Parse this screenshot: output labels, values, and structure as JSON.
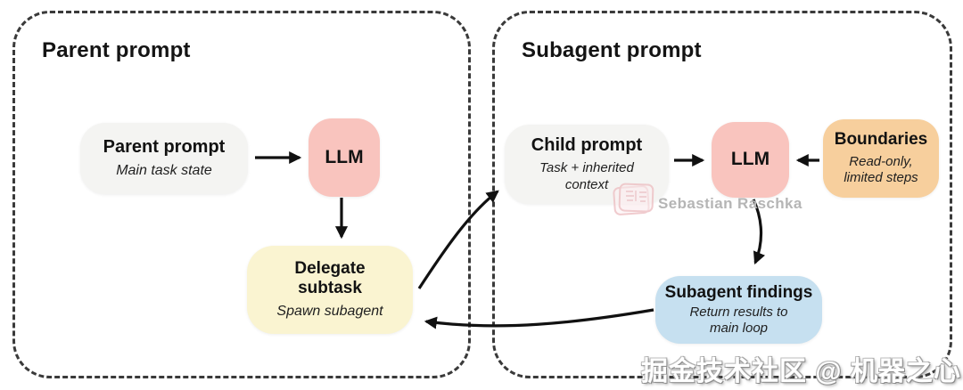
{
  "panels": {
    "parent": {
      "title": "Parent prompt"
    },
    "subagent": {
      "title": "Subagent prompt"
    }
  },
  "nodes": {
    "parent_prompt": {
      "title": "Parent prompt",
      "subtitle": "Main task state",
      "color": "#f4f4f2"
    },
    "parent_llm": {
      "title": "LLM",
      "color": "#f9c4be"
    },
    "delegate_subtask": {
      "title": "Delegate subtask",
      "subtitle": "Spawn subagent",
      "color": "#faf4d1"
    },
    "child_prompt": {
      "title": "Child prompt",
      "subtitle": "Task + inherited context",
      "color": "#f4f4f2"
    },
    "subagent_llm": {
      "title": "LLM",
      "color": "#f9c4be"
    },
    "boundaries": {
      "title": "Boundaries",
      "subtitle": "Read-only, limited steps",
      "color": "#f7cf9d"
    },
    "subagent_findings": {
      "title": "Subagent findings",
      "subtitle": "Return results to main loop",
      "color": "#c6e0f0"
    }
  },
  "watermarks": {
    "author": "Sebastian Raschka",
    "community": "掘金技术社区 @ 机器之心"
  },
  "colors": {
    "arrow": "#111111",
    "panel_border": "#3a3a3a",
    "background": "#ffffff",
    "watermark_gray": "#b5b5b5",
    "stamp_pink": "#eec3c6"
  }
}
